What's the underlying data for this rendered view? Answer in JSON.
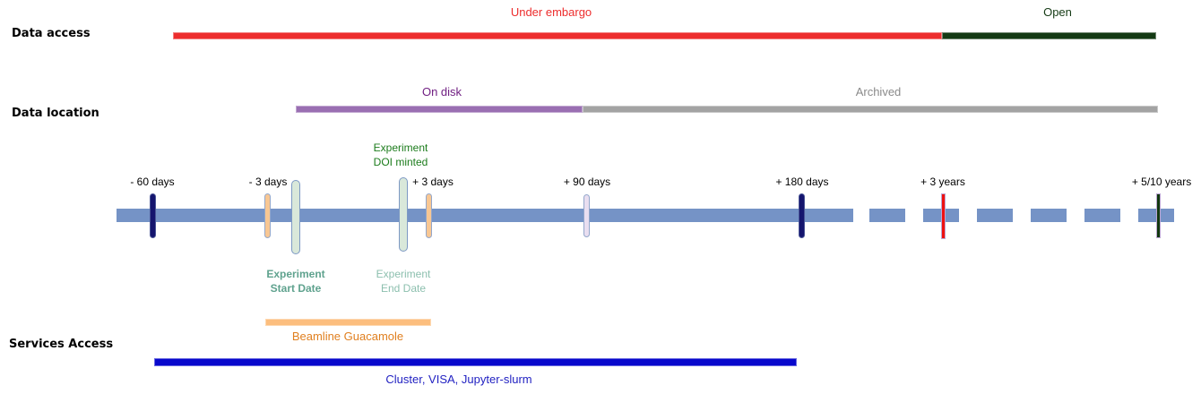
{
  "colors": {
    "embargo": "#ed2d2d",
    "open": "#143a14",
    "on_disk": "#9a6fb2",
    "on_disk_text": "#701f82",
    "archived": "#a3a3a3",
    "archived_text": "#8a8a8a",
    "timeline": "#7593c6",
    "tick_navy": "#15156e",
    "tick_orange": "#f8c793",
    "tick_event_green": "#d9e8da",
    "tick_lavender": "#e9def0",
    "tick_red": "#ee1111",
    "tick_dark_green": "#12380f",
    "beamline_bar": "#fcbe7e",
    "beamline_text": "#e07f1f",
    "services_bar": "#0808cc",
    "services_text": "#2222c2",
    "doi_text": "#1c7c1c",
    "start_text": "#5fa28e",
    "end_text": "#8cbfae"
  },
  "rows": {
    "data_access": {
      "label": "Data access",
      "embargo_label": "Under embargo",
      "open_label": "Open"
    },
    "data_location": {
      "label": "Data location",
      "on_disk_label": "On disk",
      "archived_label": "Archived"
    },
    "services": {
      "label": "Services Access",
      "beamline_label": "Beamline Guacamole",
      "cluster_label": "Cluster, VISA, Jupyter-slurm"
    }
  },
  "timeline": {
    "tick_labels": {
      "minus_60d": "- 60 days",
      "minus_3d": "- 3 days",
      "plus_3d": "+ 3 days",
      "plus_90d": "+ 90 days",
      "plus_180d": "+ 180 days",
      "plus_3y": "+ 3 years",
      "plus_5_10y": "+ 5/10 years"
    },
    "annotations": {
      "doi_line1": "Experiment",
      "doi_line2": "DOI minted",
      "start_line1": "Experiment",
      "start_line2": "Start Date",
      "end_line1": "Experiment",
      "end_line2": "End Date"
    }
  }
}
